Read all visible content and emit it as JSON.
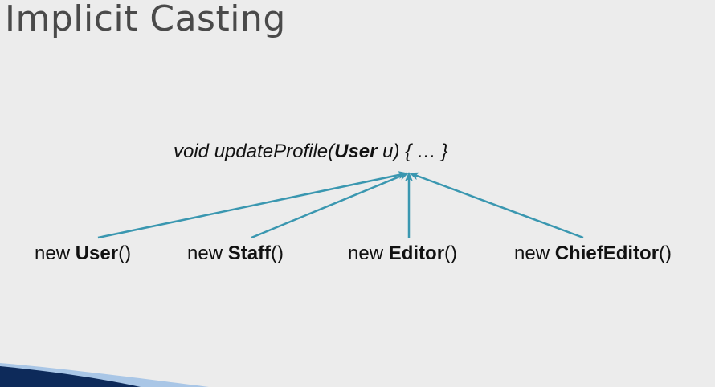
{
  "slide": {
    "title": "Implicit Casting"
  },
  "signature": {
    "prefix": "void updateProfile(",
    "type": "User",
    "suffix": " u) { … }"
  },
  "constructors": [
    {
      "keyword": "new ",
      "name": "User",
      "parens": "()"
    },
    {
      "keyword": "new ",
      "name": "Staff",
      "parens": "()"
    },
    {
      "keyword": "new ",
      "name": "Editor",
      "parens": "()"
    },
    {
      "keyword": "new ",
      "name": "ChiefEditor",
      "parens": "()"
    }
  ],
  "colors": {
    "background": "#ececec",
    "arrow": "#3a97b0",
    "title": "#4a4a4a",
    "accent_dark": "#0d2a5a",
    "accent_light": "#a9c6e6"
  }
}
